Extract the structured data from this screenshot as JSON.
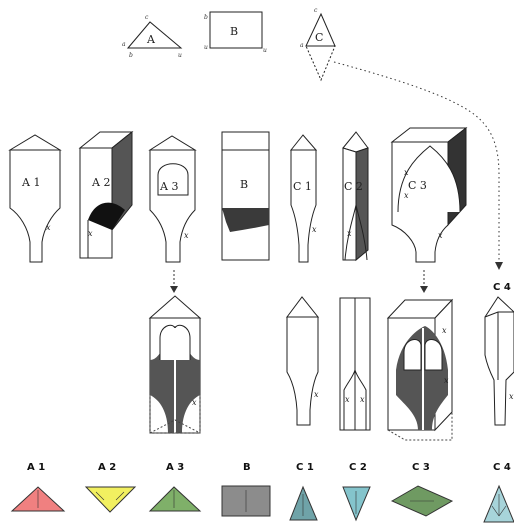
{
  "plan_labels": {
    "a": "A",
    "b": "B",
    "c": "C"
  },
  "vertex_letters": {
    "a": "a",
    "b": "b",
    "c": "c",
    "u": "u"
  },
  "x_mark": "x",
  "figure_labels": {
    "a1": "A 1",
    "a2": "A 2",
    "a3": "A 3",
    "b": "B",
    "c1": "C 1",
    "c2": "C 2",
    "c3": "C 3",
    "c4": "C 4"
  },
  "key_labels": [
    "A 1",
    "A 2",
    "A 3",
    "B",
    "C 1",
    "C 2",
    "C 3",
    "C 4"
  ],
  "colors": {
    "red": "#f08080",
    "yellow": "#f2f060",
    "green": "#7fb069",
    "gray": "#8c8c8c",
    "teal": "#6fa3a8",
    "lightteal": "#84c4cc",
    "darkgreen": "#6f9a62",
    "paleteal": "#a7d4da",
    "dark": "#444444"
  }
}
